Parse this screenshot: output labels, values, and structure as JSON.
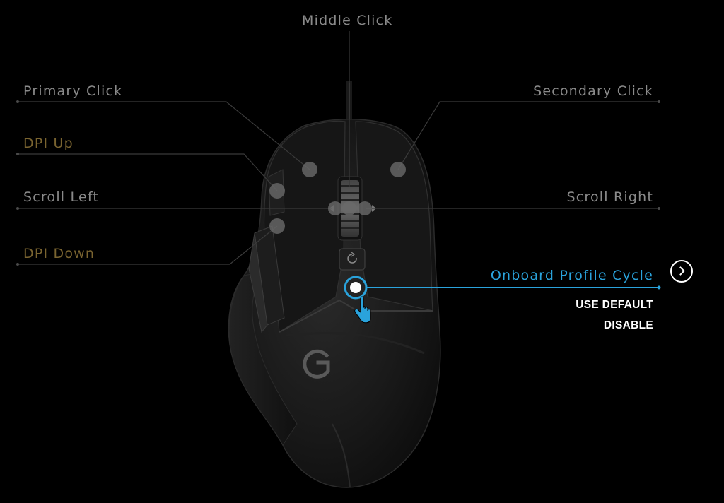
{
  "buttons": {
    "middle_click": "Middle Click",
    "primary_click": "Primary Click",
    "secondary_click": "Secondary Click",
    "dpi_up": "DPI Up",
    "scroll_left": "Scroll Left",
    "scroll_right": "Scroll Right",
    "dpi_down": "DPI Down",
    "onboard_profile_cycle": "Onboard Profile Cycle"
  },
  "actions": {
    "use_default": "USE DEFAULT",
    "disable": "DISABLE"
  },
  "colors": {
    "background": "#000000",
    "label_default": "#8a8a8a",
    "label_dpi": "#7a6430",
    "active_accent": "#2aa3dc",
    "action_text": "#ffffff"
  },
  "selected_button": "Onboard Profile Cycle"
}
